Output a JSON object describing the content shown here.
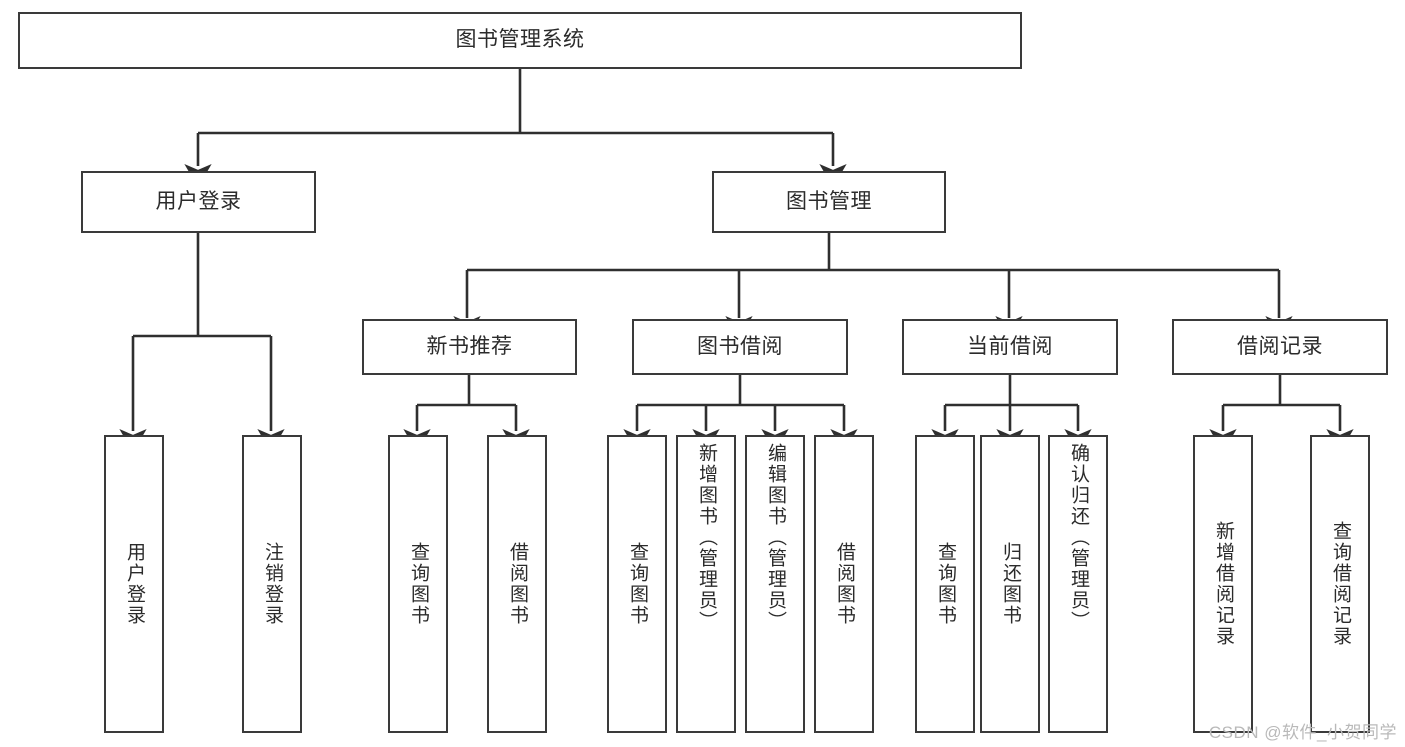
{
  "diagram": {
    "title": "图书管理系统",
    "type": "function-hierarchy-tree",
    "root": {
      "label": "图书管理系统"
    },
    "level2": [
      {
        "label": "用户登录"
      },
      {
        "label": "图书管理"
      }
    ],
    "level3": [
      {
        "label": "新书推荐"
      },
      {
        "label": "图书借阅"
      },
      {
        "label": "当前借阅"
      },
      {
        "label": "借阅记录"
      }
    ],
    "leaves": {
      "user_login": [
        {
          "label": "用户登录"
        },
        {
          "label": "注销登录"
        }
      ],
      "new_book_recommend": [
        {
          "label": "查询图书"
        },
        {
          "label": "借阅图书"
        }
      ],
      "book_borrow": [
        {
          "label": "查询图书"
        },
        {
          "label": "新增图书（管理员）"
        },
        {
          "label": "编辑图书（管理员）"
        },
        {
          "label": "借阅图书"
        }
      ],
      "current_borrow": [
        {
          "label": "查询图书"
        },
        {
          "label": "归还图书"
        },
        {
          "label": "确认归还（管理员）"
        }
      ],
      "borrow_record": [
        {
          "label": "新增借阅记录"
        },
        {
          "label": "查询借阅记录"
        }
      ]
    },
    "watermark": "CSDN @软件_小贺同学",
    "colors": {
      "box_border": "#3a3a3a",
      "box_fill": "#ffffff",
      "text": "#2b2b2b",
      "edge": "#2f2f2f",
      "watermark": "#b9b9b9"
    }
  }
}
